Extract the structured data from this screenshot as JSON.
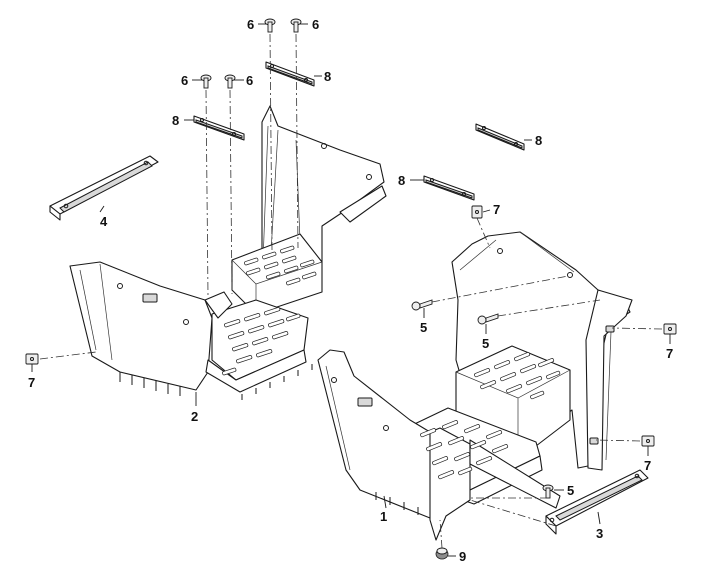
{
  "callouts": {
    "c1": "1",
    "c2": "2",
    "c3": "3",
    "c4": "4",
    "c5a": "5",
    "c5b": "5",
    "c5c": "5",
    "c6a": "6",
    "c6b": "6",
    "c6c": "6",
    "c6d": "6",
    "c7a": "7",
    "c7b": "7",
    "c7c": "7",
    "c7d": "7",
    "c8a": "8",
    "c8b": "8",
    "c8c": "8",
    "c8d": "8",
    "c9": "9"
  },
  "colors": {
    "line": "#1a1a1a",
    "shade": "#d9d9d9",
    "background": "#ffffff"
  }
}
